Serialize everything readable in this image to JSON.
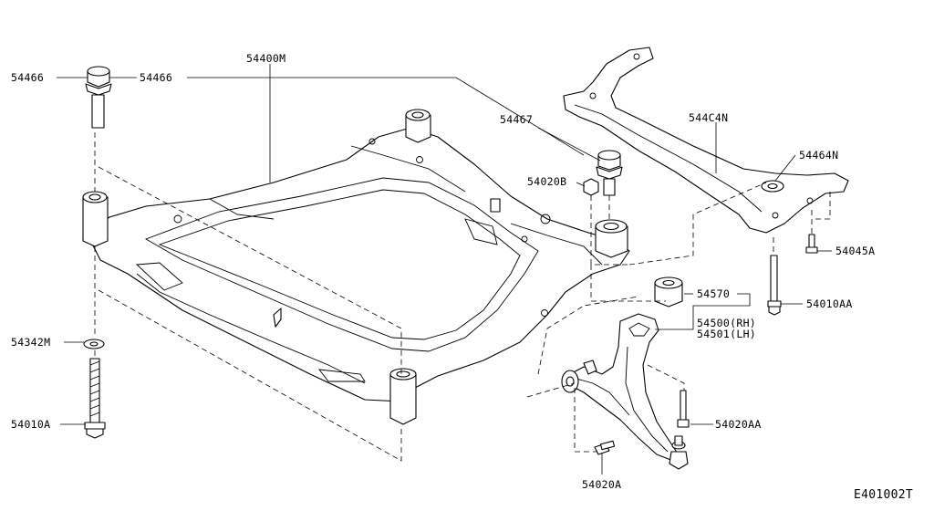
{
  "labels": {
    "p54466_left": "54466",
    "p54466_right": "54466",
    "p54400M": "54400M",
    "p54467": "54467",
    "p54020B": "54020B",
    "p544C4N": "544C4N",
    "p54464N": "54464N",
    "p54045A": "54045A",
    "p54010AA": "54010AA",
    "p54570": "54570",
    "p54500": "54500(RH)",
    "p54501": "54501(LH)",
    "p54342M": "54342M",
    "p54010A": "54010A",
    "p54020AA": "54020AA",
    "p54020A": "54020A"
  },
  "figure_code": "E401002T"
}
